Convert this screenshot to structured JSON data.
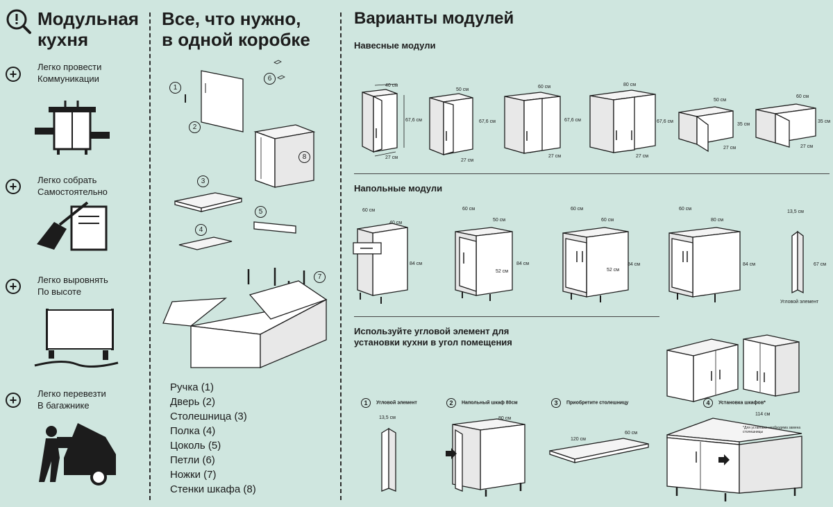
{
  "left": {
    "title_line1": "Модульная",
    "title_line2": "кухня",
    "features": [
      {
        "line1": "Легко провести",
        "line2": "Коммуникации"
      },
      {
        "line1": "Легко собрать",
        "line2": "Самостоятельно"
      },
      {
        "line1": "Легко выровнять",
        "line2": "По высоте"
      },
      {
        "line1": "Легко перевезти",
        "line2": "В багажнике"
      }
    ]
  },
  "middle": {
    "title_line1": "Все, что нужно,",
    "title_line2": "в одной коробке",
    "part_labels": [
      "1",
      "2",
      "3",
      "4",
      "5",
      "6",
      "7",
      "8"
    ],
    "parts": [
      "Ручка (1)",
      "Дверь (2)",
      "Столешница (3)",
      "Полка (4)",
      "Цоколь (5)",
      "Петли (6)",
      "Ножки (7)",
      "Стенки шкафа (8)"
    ]
  },
  "right": {
    "title": "Варианты модулей",
    "wall_title": "Навесные модули",
    "wall_modules": [
      {
        "width": "40 см",
        "height": "67,6 см",
        "depth": "27 см"
      },
      {
        "width": "50 см",
        "height": "67,6 см",
        "depth": "27 см"
      },
      {
        "width": "60 см",
        "height": "67,6 см",
        "depth": "27 см"
      },
      {
        "width": "80 см",
        "height": "67,6 см",
        "depth": "27 см"
      },
      {
        "width": "50 см",
        "height": "35 см",
        "depth": "27 см"
      },
      {
        "width": "60 см",
        "height": "35 см",
        "depth": "27 см"
      }
    ],
    "floor_title": "Напольные модули",
    "floor_modules": [
      {
        "depth": "60 см",
        "width": "40 см",
        "height": "84 см"
      },
      {
        "depth": "60 см",
        "width": "50 см",
        "height": "84 см",
        "inner": "52 см"
      },
      {
        "depth": "60 см",
        "width": "60 см",
        "height": "84 см",
        "inner": "52 см"
      },
      {
        "depth": "60 см",
        "width": "80 см",
        "height": "84 см"
      }
    ],
    "corner": {
      "width": "13,5 см",
      "height": "67 см",
      "label": "Угловой элемент"
    },
    "corner_title_line1": "Используйте угловой элемент для",
    "corner_title_line2": "установки кухни в угол помещения",
    "steps": [
      {
        "num": "1",
        "label": "Угловой элемент",
        "dim": "13,5 см"
      },
      {
        "num": "2",
        "label": "Напольный шкаф 80см",
        "dim": "80 см"
      },
      {
        "num": "3",
        "label": "Приобретите столешницу",
        "dim1": "120 см",
        "dim2": "60 см"
      },
      {
        "num": "4",
        "label": "Установка шкафов*",
        "dim": "114 см",
        "note": "*Для установки необходима замена столешницы"
      }
    ]
  }
}
